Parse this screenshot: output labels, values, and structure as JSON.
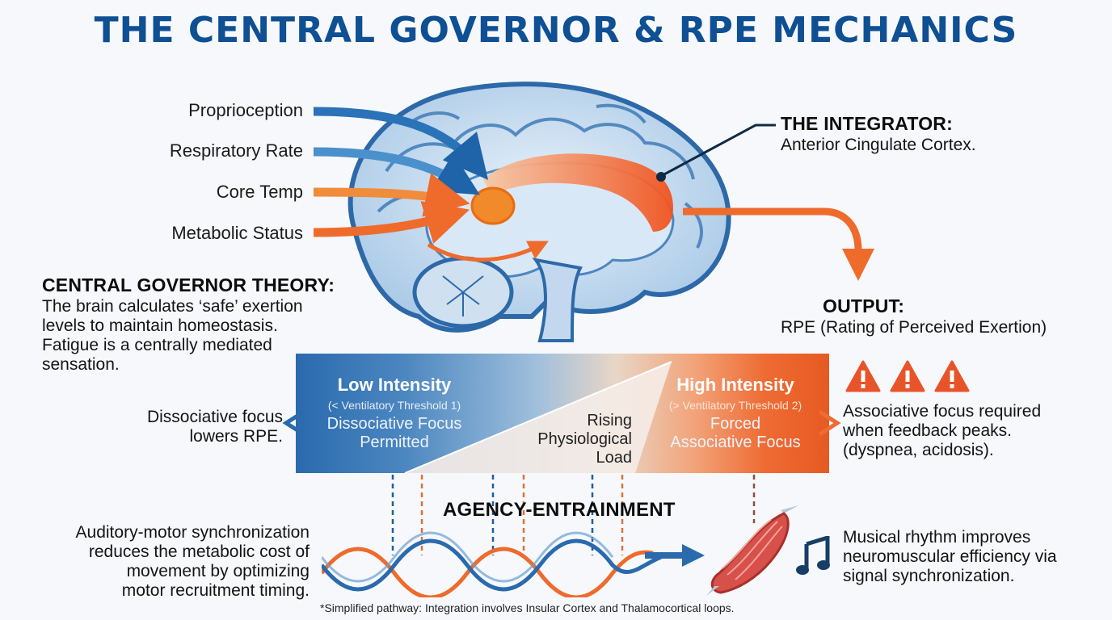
{
  "title": "THE CENTRAL GOVERNOR & RPE MECHANICS",
  "inputs": [
    "Proprioception",
    "Respiratory Rate",
    "Core Temp",
    "Metabolic Status"
  ],
  "integrator": {
    "heading": "THE INTEGRATOR:",
    "text": "Anterior Cingulate Cortex."
  },
  "theory": {
    "heading": "CENTRAL GOVERNOR THEORY:",
    "lines": [
      "The brain calculates ‘safe’ exertion",
      "levels to maintain homeostasis.",
      "Fatigue is a centrally mediated",
      "sensation."
    ]
  },
  "output": {
    "heading": "OUTPUT:",
    "text": "RPE (Rating of Perceived Exertion)"
  },
  "intensity": {
    "low": {
      "title": "Low Intensity",
      "sub": "(< Ventilatory Threshold 1)",
      "lines": [
        "Dissociative Focus",
        "Permitted"
      ]
    },
    "mid_lines": [
      "Rising",
      "Physiological",
      "Load"
    ],
    "high": {
      "title": "High Intensity",
      "sub": "(> Ventilatory Threshold 2)",
      "lines": [
        "Forced",
        "Associative Focus"
      ]
    }
  },
  "left_note": [
    "Dissociative focus",
    "lowers RPE."
  ],
  "right_note": [
    "Associative focus required",
    "when feedback peaks.",
    "(dyspnea, acidosis)."
  ],
  "entrainment": {
    "heading": "AGENCY-ENTRAINMENT",
    "left_lines": [
      "Auditory-motor synchronization",
      "reduces the metabolic cost of",
      "movement by optimizing",
      "motor recruitment timing."
    ],
    "right_lines": [
      "Musical rhythm improves",
      "neuromuscular efficiency via",
      "signal synchronization."
    ]
  },
  "footnote": "*Simplified pathway: Integration involves Insular Cortex and Thalamocortical loops.",
  "colors": {
    "title": "#0f4f93",
    "blue": "#2a6aad",
    "orange": "#ee6b33",
    "warning": "#e8542a"
  },
  "icons": [
    "brain-icon",
    "warning-icon",
    "muscle-icon",
    "music-note-icon"
  ]
}
